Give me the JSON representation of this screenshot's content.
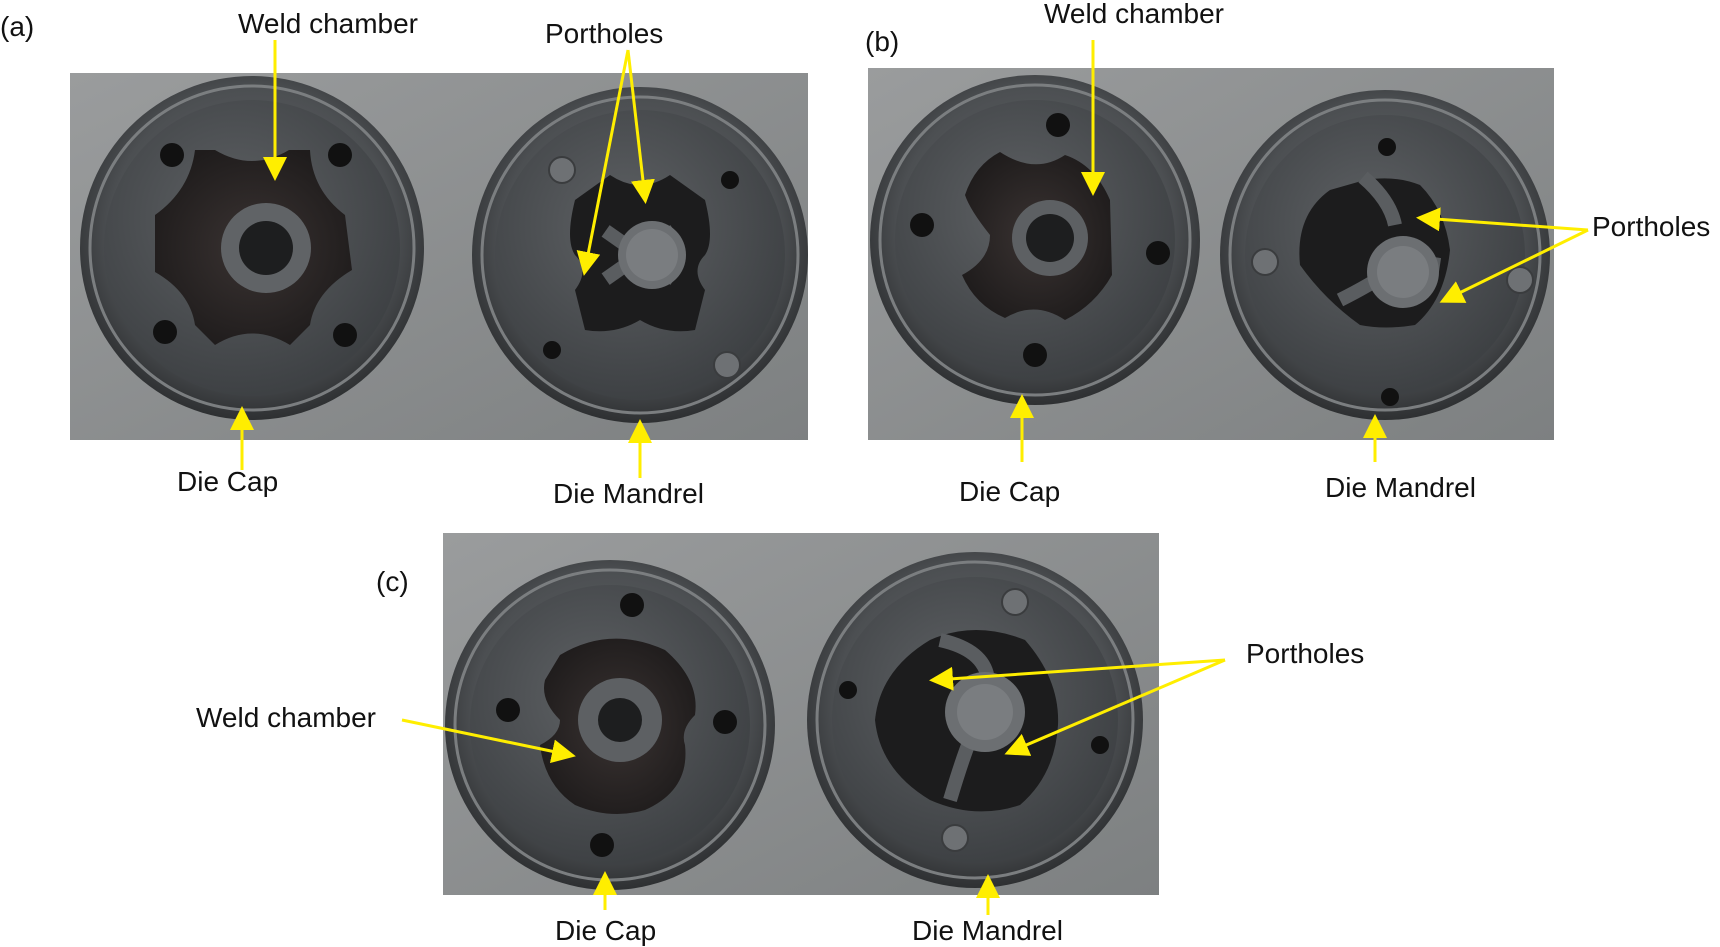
{
  "figure": {
    "panels": [
      {
        "id": "a",
        "label": "(a)",
        "annotations": {
          "weld_chamber": "Weld chamber",
          "portholes": "Portholes",
          "die_cap": "Die Cap",
          "die_mandrel": "Die Mandrel"
        }
      },
      {
        "id": "b",
        "label": "(b)",
        "annotations": {
          "weld_chamber": "Weld chamber",
          "portholes": "Portholes",
          "die_cap": "Die Cap",
          "die_mandrel": "Die Mandrel"
        }
      },
      {
        "id": "c",
        "label": "(c)",
        "annotations": {
          "weld_chamber": "Weld chamber",
          "portholes": "Portholes",
          "die_cap": "Die Cap",
          "die_mandrel": "Die Mandrel"
        }
      }
    ],
    "colors": {
      "arrow": "#ffee00",
      "metal": "#55585a",
      "background_plate": "#8d8f90"
    }
  }
}
